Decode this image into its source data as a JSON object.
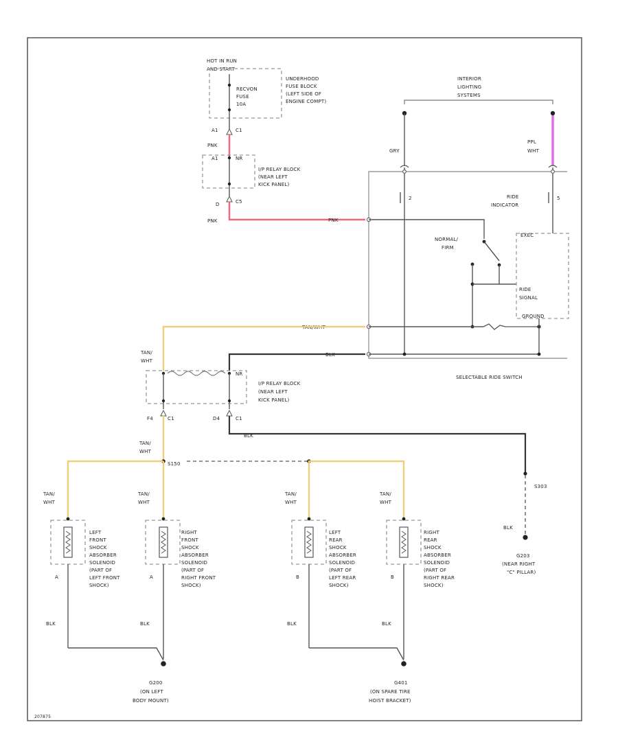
{
  "fuse": {
    "hot": "HOT IN RUN",
    "and_start": "AND START",
    "fuse_line1": "RECVON",
    "fuse_line2": "FUSE",
    "fuse_line3": "10A",
    "block_line1": "UNDERHOOD",
    "block_line2": "FUSE BLOCK",
    "block_line3": "(LEFT SIDE OF",
    "block_line4": "ENGINE COMPT)"
  },
  "ip_relay_upper": {
    "pin_a": "A1",
    "conn_a": "C1",
    "wire_a": "PNK",
    "pin_b": "A1",
    "pin_b_right": "NR",
    "pin_c": "D",
    "conn_c": "C5",
    "wire_c": "PNK",
    "line1": "I/P RELAY BLOCK",
    "line2": "(NEAR LEFT",
    "line3": "KICK PANEL)"
  },
  "interior": {
    "line1": "INTERIOR",
    "line2": "LIGHTING",
    "line3": "SYSTEMS"
  },
  "switch": {
    "gry": "GRY",
    "ppl": "PPL",
    "ppl2": "WHT",
    "pin_left": "2",
    "pin_right": "5",
    "ride_indicator_1": "RIDE",
    "ride_indicator_2": "INDICATOR",
    "normal": "NORMAL/",
    "firm": "FIRM",
    "pnk_label": "PNK",
    "ride_signal_1": "RIDE",
    "ride_signal_2": "SIGNAL",
    "ground": "GROUND",
    "exec": "EXEC",
    "tan_label": "TAN/WHT",
    "blk_label": "BLK",
    "name": "SELECTABLE RIDE SWITCH"
  },
  "ip_relay_lower": {
    "wire_tan": "TAN/",
    "wire_tan2": "WHT",
    "pin_f": "F4",
    "conn_f": "C1",
    "pin_d": "D4",
    "conn_d": "C1",
    "nr": "NR",
    "line1": "I/P RELAY BLOCK",
    "line2": "(NEAR LEFT",
    "line3": "KICK PANEL)",
    "blk": "BLK"
  },
  "junction": {
    "tan": "TAN/",
    "wht": "WHT",
    "splice": "S150"
  },
  "ground_g203": {
    "splice": "S303",
    "blk": "BLK",
    "id": "G203",
    "line1": "(NEAR RIGHT",
    "line2": "\"C\" PILLAR)"
  },
  "shocks": [
    {
      "wire1": "TAN/",
      "wire2": "WHT",
      "name1": "LEFT",
      "name2": "FRONT",
      "name3": "SHOCK",
      "name4": "ABSORBER",
      "name5": "SOLENOID",
      "name6": "(PART OF",
      "name7": "LEFT FRONT",
      "name8": "SHOCK)",
      "pin": "A",
      "ground_wire": "BLK"
    },
    {
      "wire1": "TAN/",
      "wire2": "WHT",
      "name1": "RIGHT",
      "name2": "FRONT",
      "name3": "SHOCK",
      "name4": "ABSORBER",
      "name5": "SOLENOID",
      "name6": "(PART OF",
      "name7": "RIGHT FRONT",
      "name8": "SHOCK)",
      "pin": "A",
      "ground_wire": "BLK"
    },
    {
      "wire1": "TAN/",
      "wire2": "WHT",
      "name1": "LEFT",
      "name2": "REAR",
      "name3": "SHOCK",
      "name4": "ABSORBER",
      "name5": "SOLENOID",
      "name6": "(PART OF",
      "name7": "LEFT REAR",
      "name8": "SHOCK)",
      "pin": "B",
      "ground_wire": "BLK"
    },
    {
      "wire1": "TAN/",
      "wire2": "WHT",
      "name1": "RIGHT",
      "name2": "REAR",
      "name3": "SHOCK",
      "name4": "ABSORBER",
      "name5": "SOLENOID",
      "name6": "(PART OF",
      "name7": "RIGHT REAR",
      "name8": "SHOCK)",
      "pin": "B",
      "ground_wire": "BLK"
    }
  ],
  "ground_g200": {
    "id": "G200",
    "line1": "(ON LEFT",
    "line2": "BODY MOUNT)"
  },
  "ground_g401": {
    "id": "G401",
    "line1": "(ON SPARE TIRE",
    "line2": "HOIST BRACKET)"
  },
  "footer": {
    "code": "207875"
  },
  "colors": {
    "pink_wire": "#f5647c",
    "tan_wire": "#f0cf7a",
    "purple_wire": "#e26fe6",
    "black_wire": "#333333",
    "gray_wire": "#555555"
  }
}
